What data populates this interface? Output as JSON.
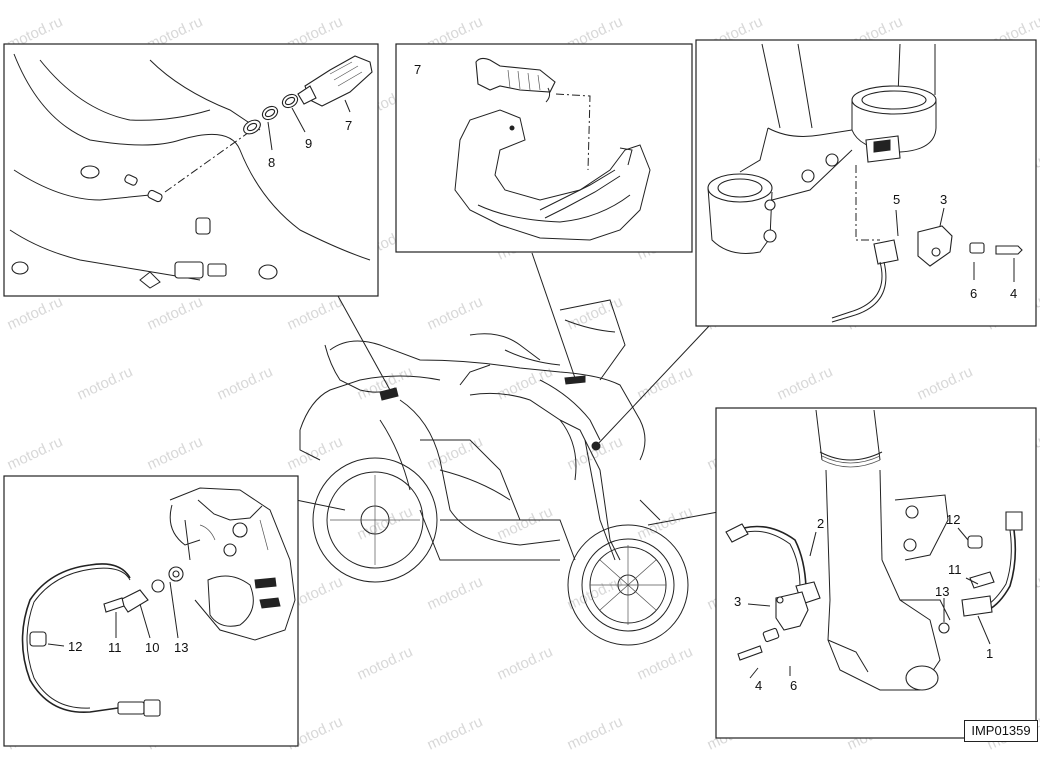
{
  "watermark": "motod.ru",
  "reference_code": "IMP01359",
  "panels": {
    "top_left": {
      "callouts": [
        "7",
        "8",
        "9"
      ]
    },
    "top_middle": {
      "callouts": [
        "7"
      ]
    },
    "top_right": {
      "callouts": [
        "3",
        "4",
        "5",
        "6"
      ]
    },
    "bottom_left": {
      "callouts": [
        "11",
        "10",
        "13",
        "12"
      ]
    },
    "bottom_right": {
      "callouts": [
        "2",
        "3",
        "4",
        "6",
        "12",
        "11",
        "13",
        "1"
      ]
    }
  }
}
